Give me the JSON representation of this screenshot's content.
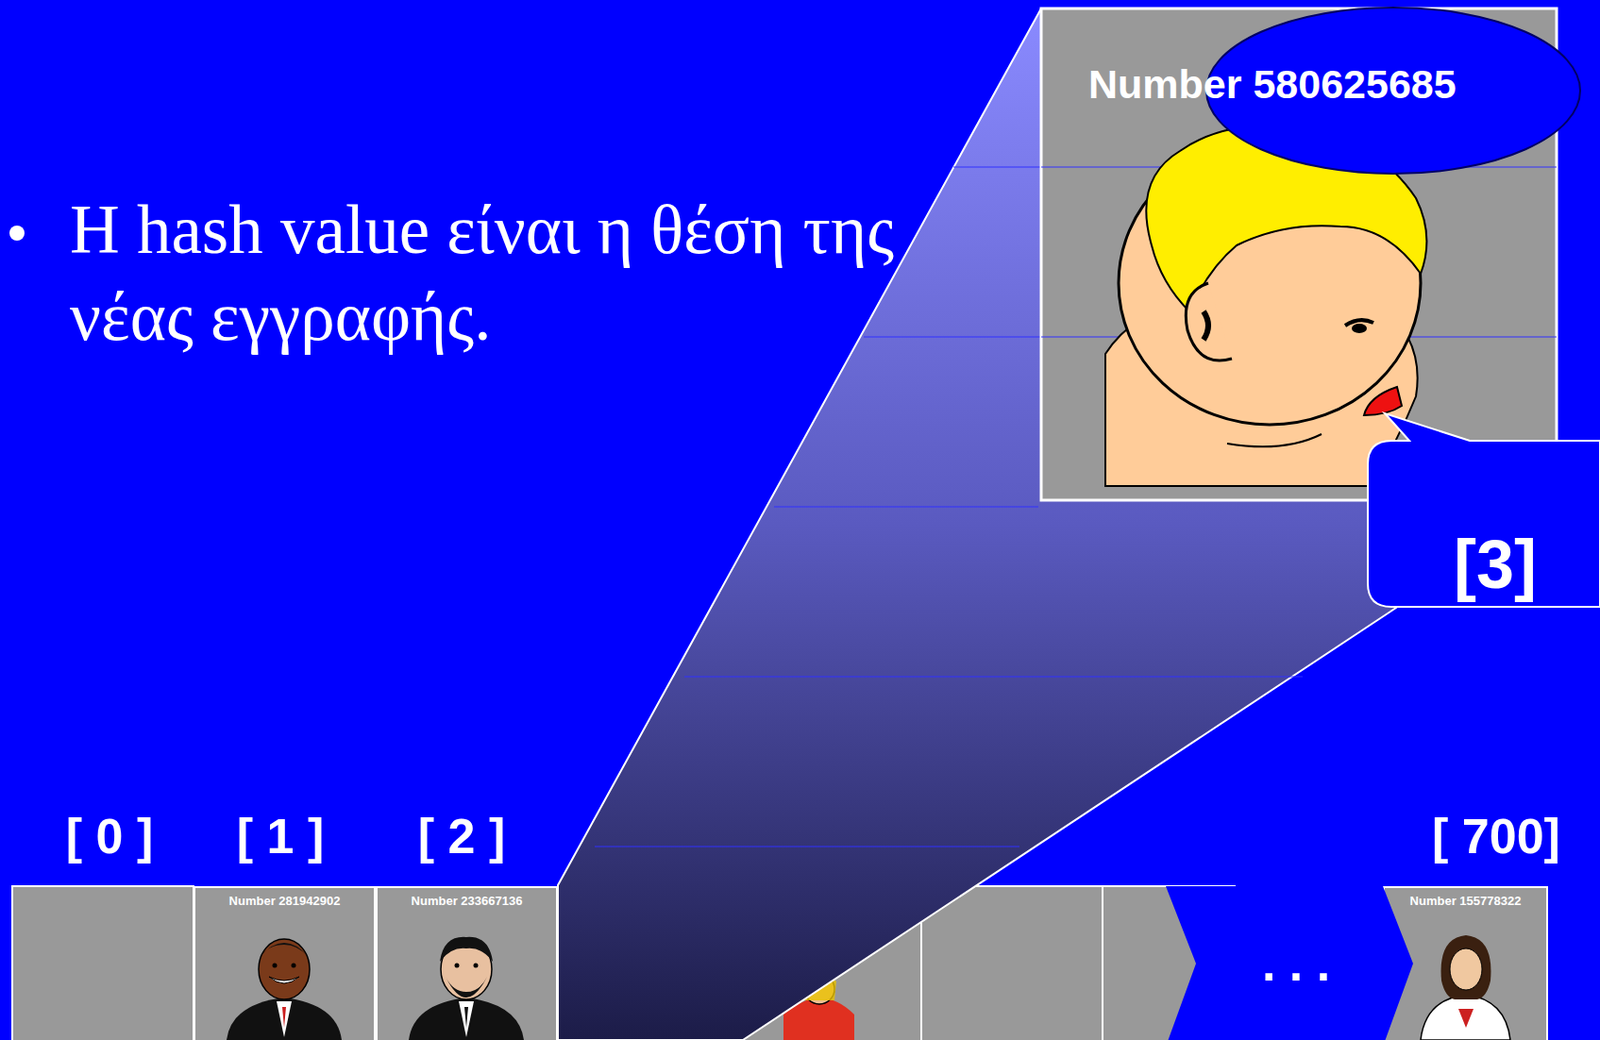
{
  "diagram": {
    "nodes": [
      {
        "text": [
          "Number 281942902"
        ]
      },
      {
        "text": [
          "Number 233667136"
        ]
      },
      {
        "text": [
          "Number 155778322"
        ]
      },
      {
        "text": [
          "Number 580625685"
        ]
      },
      {
        "text": [
          "[3]"
        ]
      },
      {
        "text": [
          ". . ."
        ]
      }
    ],
    "labels": [
      "Η hash value είναι η θέση της νέας εγγραφής.",
      "[ 0 ]",
      "[ 1 ]",
      "[ 2 ]",
      "[ 700]"
    ]
  }
}
